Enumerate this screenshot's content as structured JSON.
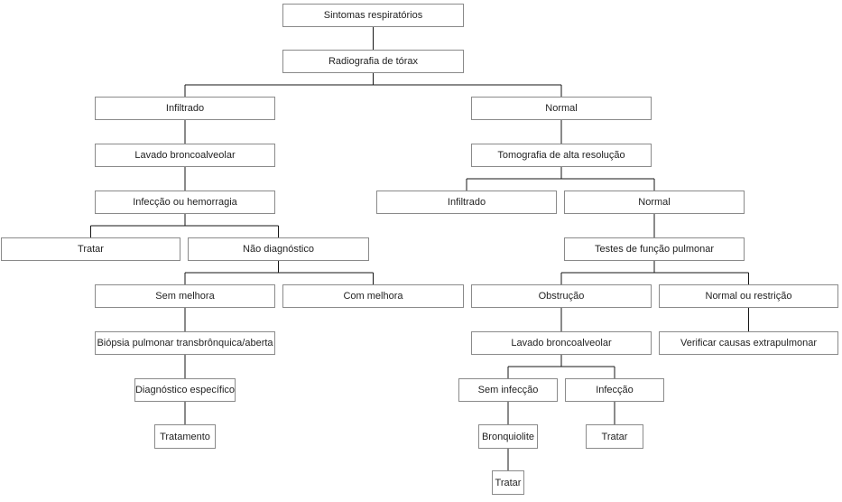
{
  "diagram": {
    "type": "flowchart",
    "language": "pt-BR",
    "colors": {
      "background": "#ffffff",
      "box_border": "#8a8a8a",
      "connector": "#161616",
      "text": "#1f1f1f"
    },
    "nodes": {
      "sintomas": {
        "label": "Sintomas respiratórios"
      },
      "radiografia": {
        "label": "Radiografia de tórax"
      },
      "infiltrado_rx": {
        "label": "Infiltrado"
      },
      "normal_rx": {
        "label": "Normal"
      },
      "lavado_esq": {
        "label": "Lavado broncoalveolar"
      },
      "tomografia": {
        "label": "Tomografia de alta resolução"
      },
      "infeccao_hemorragia": {
        "label": "Infecção ou hemorragia"
      },
      "infiltrado_tc": {
        "label": "Infiltrado"
      },
      "normal_tc": {
        "label": "Normal"
      },
      "tratar_esq": {
        "label": "Tratar"
      },
      "nao_diagnostico": {
        "label": "Não diagnóstico"
      },
      "testes_funcao": {
        "label": "Testes de função pulmonar"
      },
      "sem_melhora": {
        "label": "Sem melhora"
      },
      "com_melhora": {
        "label": "Com melhora"
      },
      "obstrucao": {
        "label": "Obstrução"
      },
      "normal_restricao": {
        "label": "Normal ou restrição"
      },
      "biopsia": {
        "label": "Biópsia pulmonar transbrônquica/aberta"
      },
      "lavado_dir": {
        "label": "Lavado broncoalveolar"
      },
      "verificar_causas": {
        "label": "Verificar causas extrapulmonar"
      },
      "diagnostico_especifico": {
        "label": "Diagnóstico específico"
      },
      "sem_infeccao": {
        "label": "Sem infecção"
      },
      "infeccao": {
        "label": "Infecção"
      },
      "tratamento": {
        "label": "Tratamento"
      },
      "bronquiolite": {
        "label": "Bronquiolite"
      },
      "tratar_infeccao": {
        "label": "Tratar"
      },
      "tratar_bronquiolite": {
        "label": "Tratar"
      }
    },
    "edges": [
      [
        "sintomas",
        "radiografia"
      ],
      [
        "radiografia",
        "infiltrado_rx"
      ],
      [
        "radiografia",
        "normal_rx"
      ],
      [
        "infiltrado_rx",
        "lavado_esq"
      ],
      [
        "lavado_esq",
        "infeccao_hemorragia"
      ],
      [
        "infeccao_hemorragia",
        "tratar_esq"
      ],
      [
        "infeccao_hemorragia",
        "nao_diagnostico"
      ],
      [
        "nao_diagnostico",
        "sem_melhora"
      ],
      [
        "nao_diagnostico",
        "com_melhora"
      ],
      [
        "sem_melhora",
        "biopsia"
      ],
      [
        "biopsia",
        "diagnostico_especifico"
      ],
      [
        "diagnostico_especifico",
        "tratamento"
      ],
      [
        "normal_rx",
        "tomografia"
      ],
      [
        "tomografia",
        "infiltrado_tc"
      ],
      [
        "tomografia",
        "normal_tc"
      ],
      [
        "normal_tc",
        "testes_funcao"
      ],
      [
        "testes_funcao",
        "obstrucao"
      ],
      [
        "testes_funcao",
        "normal_restricao"
      ],
      [
        "obstrucao",
        "lavado_dir"
      ],
      [
        "normal_restricao",
        "verificar_causas"
      ],
      [
        "lavado_dir",
        "sem_infeccao"
      ],
      [
        "lavado_dir",
        "infeccao"
      ],
      [
        "sem_infeccao",
        "bronquiolite"
      ],
      [
        "infeccao",
        "tratar_infeccao"
      ],
      [
        "bronquiolite",
        "tratar_bronquiolite"
      ]
    ]
  }
}
